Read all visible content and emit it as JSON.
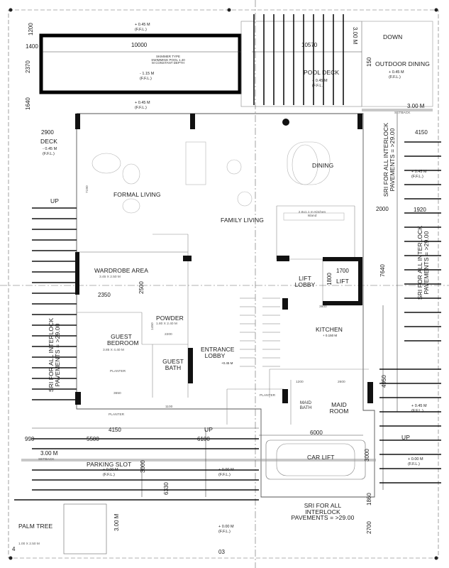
{
  "rooms": {
    "formal_living": "FORMAL LIVING",
    "family_living": "FAMILY LIVING",
    "dining": "DINING",
    "deck": "DECK",
    "wardrobe_area": "WARDROBE AREA",
    "wardrobe_size": "3.45 X 2.50 M",
    "guest_bedroom": "GUEST BEDROOM",
    "guest_bedroom_size": "3.85 X 4.40 M",
    "powder": "POWDER",
    "powder_size": "1.80 X 2.40 M",
    "guest_bath": "GUEST BATH",
    "entrance_lobby": "ENTRANCE LOBBY",
    "lift_lobby": "LIFT LOBBY",
    "lift": "LIFT",
    "kitchen": "KITCHEN",
    "kitchen_island": "2.8x1.1 m Kitchen Island",
    "maid_room": "MAID ROOM",
    "maid_bath": "MAID BATH",
    "pool_deck": "POOL DECK",
    "outdoor_dining": "OUTDOOR DINING",
    "parking_slot": "PARKING SLOT",
    "car_lift": "CAR LIFT",
    "palm_tree": "PALM TREE",
    "planter": "PLANTER",
    "down": "DOWN",
    "up": "UP",
    "setback": "SETBACK"
  },
  "notes": {
    "pavement_bottom": "SRI FOR ALL INTERLOCK PAVEMENTS = >29.00",
    "pavement_right_1": "SRI FOR ALL INTERLOCK PAVEMENTS = >29.00",
    "pavement_right_2": "SRI FOR ALL INTERLOCK PAVEMENTS = >29.00",
    "pavement_left": "SRI FOR ALL INTERLOCK PAVEMENTS = >29.00",
    "pool": "SKIMMER TYPE SWIMMING POOL 1.40 M CONSTANT DEPTH",
    "palm_size": "1.00 X 2.50 M",
    "ffl": "(F.F.L.)"
  },
  "elevations": {
    "e045": "+ 0.45 M",
    "e115": "- 1.15 M",
    "e000": "+ 0.00 M",
    "em045": "- 0.45 M",
    "e045b": "+0.45 M",
    "e150": "+ 0.150 M"
  },
  "dims": {
    "d1200": "1200",
    "d1400": "1400",
    "d2370": "2370",
    "d1640": "1640",
    "d10000": "10000",
    "d10570": "10570",
    "d300": "3.00 M",
    "d150": "150",
    "d2900": "2900",
    "d4150": "4150",
    "d7190": "7190",
    "d2000": "2000",
    "d1920": "1920",
    "d2500": "2500",
    "d2350": "2350",
    "d1700": "1700",
    "d1800": "1800",
    "d3600": "3600",
    "d3650": "3650",
    "d1100": "1100",
    "d1200b": "1200",
    "d2600": "2600",
    "d4950": "4950",
    "d990": "990",
    "d5500": "5500",
    "d6100": "6100",
    "d6000": "6000",
    "d3000": "3000",
    "d6330": "6330",
    "d1860": "1860",
    "d2700": "2700",
    "d7640": "7640",
    "d2200": "2200",
    "d1450": "1450",
    "d03": "03",
    "n4": "4"
  }
}
